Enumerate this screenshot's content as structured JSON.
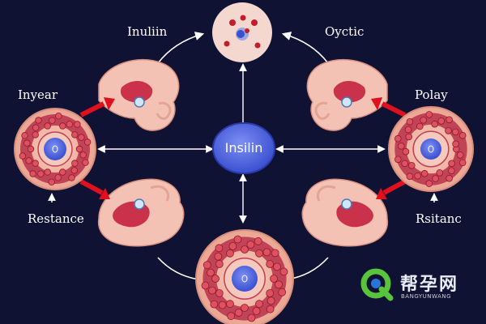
{
  "diagram": {
    "labels": {
      "top_left": "Inuliin",
      "top_right": "Oyctic",
      "left": "Inyear",
      "right": "Polay",
      "bottom_left": "Restance",
      "bottom_right": "Rsitanc",
      "center": "Insilin"
    }
  },
  "watermark": {
    "chinese": "帮孕网",
    "english": "BANGYUNWANG"
  },
  "colors": {
    "background": "#0f1233",
    "cell_fill": "#f3b9a8",
    "cell_ring": "#b8304a",
    "nucleus": "#5a6fe8",
    "arrow_red": "#e0101e",
    "connector": "#ffffff",
    "watermark_green": "#58c43b"
  }
}
